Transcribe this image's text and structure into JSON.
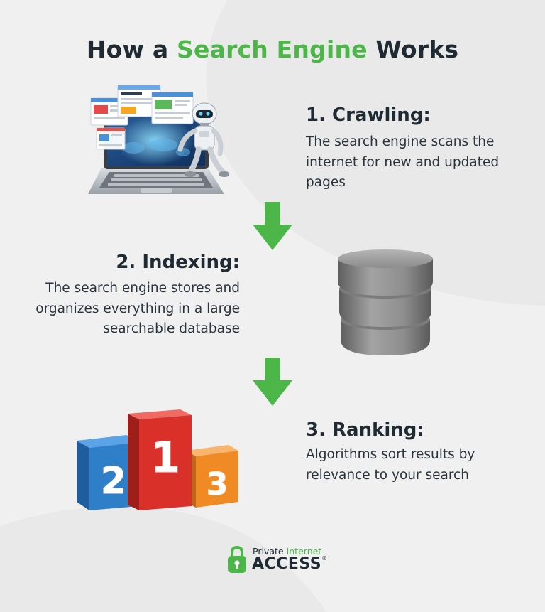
{
  "title": {
    "prefix": "How a ",
    "accent": "Search Engine",
    "suffix": " Works"
  },
  "steps": [
    {
      "heading": "1. Crawling:",
      "description": "The search engine scans the internet for new and updated pages",
      "illustration": "laptop-robot-icon"
    },
    {
      "heading": "2. Indexing:",
      "description": "The search engine stores and organizes everything in a large searchable database",
      "illustration": "database-icon"
    },
    {
      "heading": "3. Ranking:",
      "description": "Algorithms sort results by relevance to your search",
      "illustration": "podium-icon"
    }
  ],
  "podium_numbers": [
    "2",
    "1",
    "3"
  ],
  "connector": "arrow-down-icon",
  "brand": {
    "line1_part1": "Private",
    "line1_part2": "Internet",
    "line2": "ACCESS",
    "reg": "®",
    "logo": "lock-icon"
  },
  "colors": {
    "accent_green": "#4cb648",
    "text_dark": "#1f2a33",
    "background": "#f0f0f0",
    "podium_blue": "#2f7fc8",
    "podium_red": "#d9302a",
    "podium_orange": "#f08a24",
    "database_gray": "#8a8a8a"
  }
}
